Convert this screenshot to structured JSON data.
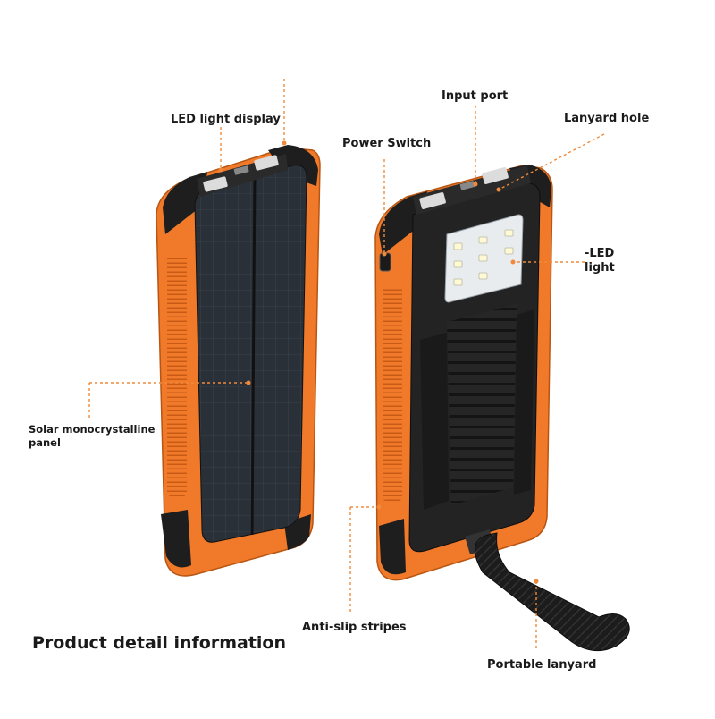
{
  "title": "Product detail information",
  "labels": {
    "led_display": "LED light display",
    "solar_panel": "Solar monocrystalline\npanel",
    "input_port": "Input port",
    "lanyard_hole": "Lanyard hole",
    "power_switch": "Power Switch",
    "led_light": "-LED\nlight",
    "anti_slip": "Anti-slip stripes",
    "portable_lanyard": "Portable lanyard"
  },
  "colors": {
    "casing_orange": "#f07a2a",
    "body_black": "#222222",
    "leader_line": "#f08a3a",
    "led_panel": "#e8ecef"
  }
}
